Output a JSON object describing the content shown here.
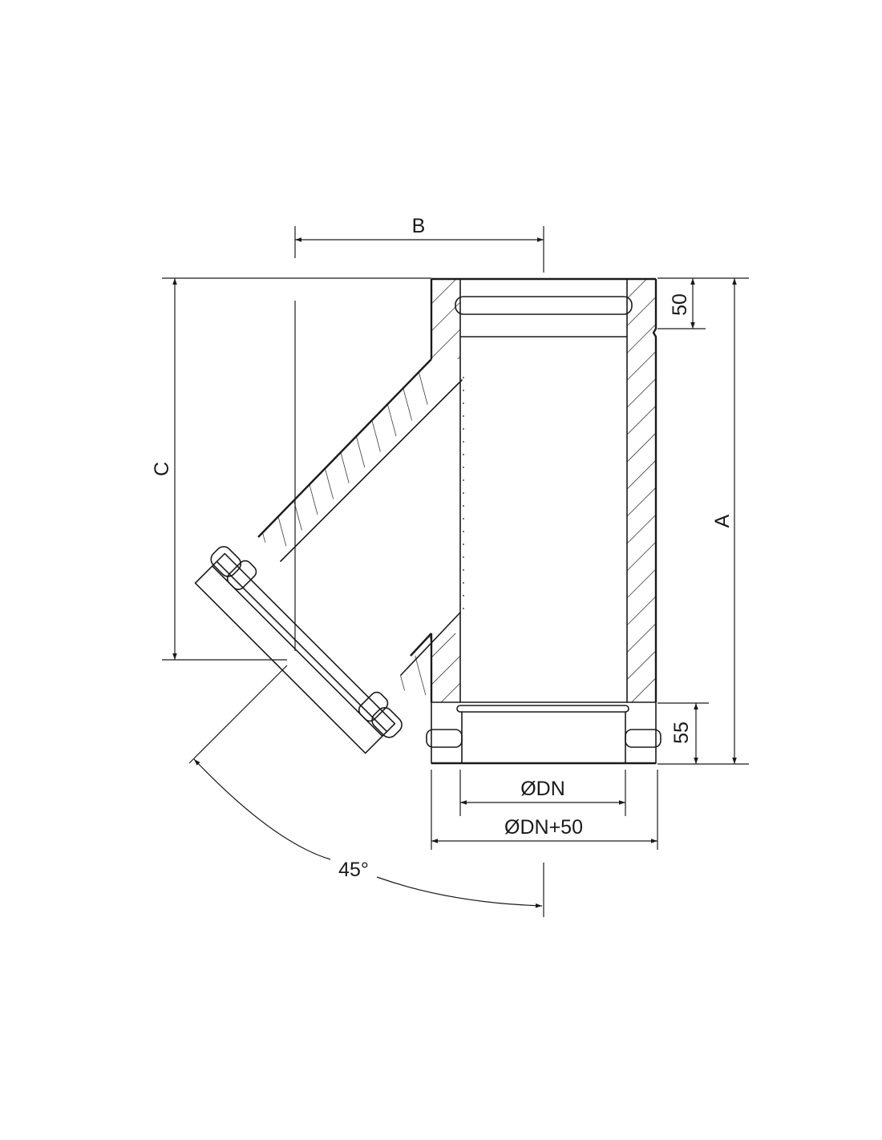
{
  "dimensions": {
    "a": "A",
    "b": "B",
    "c": "C",
    "top_collar": "50",
    "bottom_collar": "55",
    "inner_diameter": "ØDN",
    "outer_diameter": "ØDN+50",
    "branch_angle": "45°"
  }
}
